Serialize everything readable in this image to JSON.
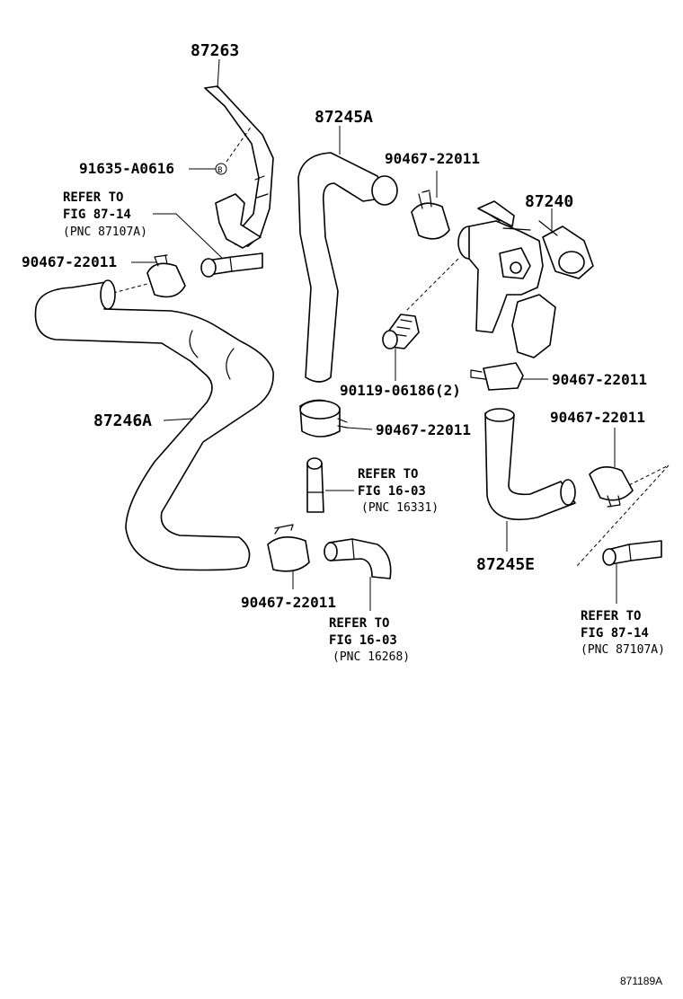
{
  "diagram": {
    "figure_id": "871189A",
    "callouts": {
      "p87263": "87263",
      "p87245A": "87245A",
      "p91635": "91635-A0616",
      "p91635_marker": "B",
      "clamp_top_center": "90467-22011",
      "p87240": "87240",
      "clamp_left": "90467-22011",
      "bolt": "90119-06186(2)",
      "clamp_right_mid": "90467-22011",
      "p87246A": "87246A",
      "clamp_center": "90467-22011",
      "clamp_far_right": "90467-22011",
      "p87245E": "87245E",
      "clamp_bottom": "90467-22011"
    },
    "references": {
      "left_top": {
        "line1": "REFER TO",
        "line2": "FIG 87-14",
        "line3": "(PNC 87107A)"
      },
      "center": {
        "line1": "REFER TO",
        "line2": "FIG 16-03",
        "line3": "(PNC 16331)"
      },
      "bottom": {
        "line1": "REFER TO",
        "line2": "FIG 16-03",
        "line3": "(PNC 16268)"
      },
      "right_bottom": {
        "line1": "REFER TO",
        "line2": "FIG 87-14",
        "line3": "(PNC 87107A)"
      }
    }
  }
}
